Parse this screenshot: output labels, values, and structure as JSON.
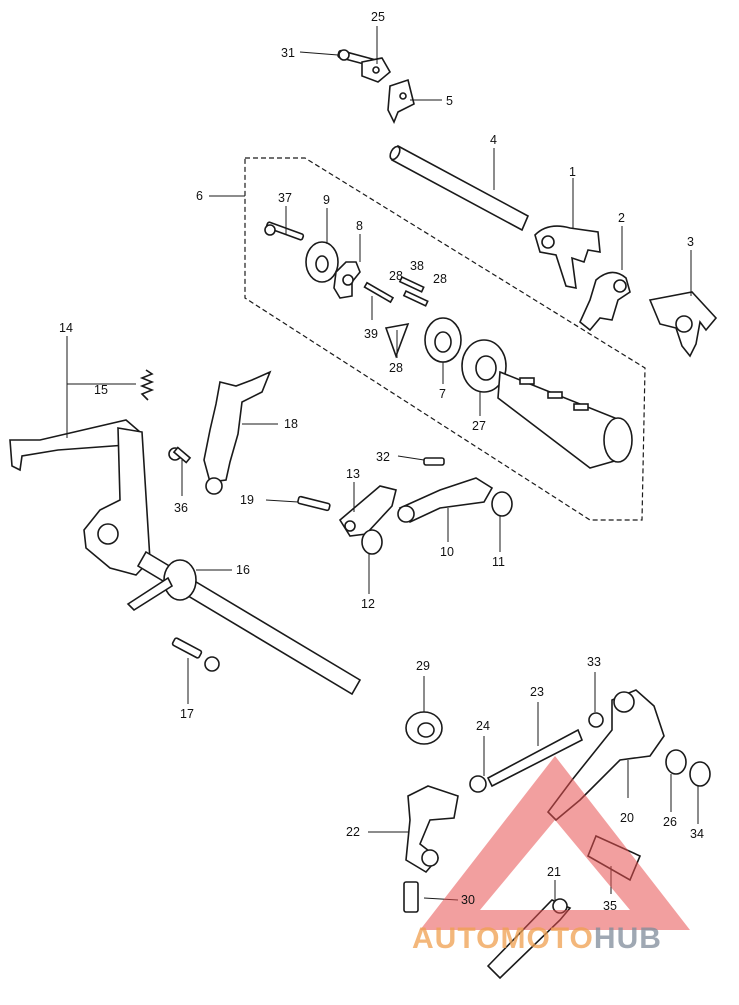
{
  "callouts": [
    {
      "id": "c25",
      "text": "25"
    },
    {
      "id": "c31",
      "text": "31"
    },
    {
      "id": "c5",
      "text": "5"
    },
    {
      "id": "c4",
      "text": "4"
    },
    {
      "id": "c6",
      "text": "6"
    },
    {
      "id": "c1",
      "text": "1"
    },
    {
      "id": "c2",
      "text": "2"
    },
    {
      "id": "c3",
      "text": "3"
    },
    {
      "id": "c37",
      "text": "37"
    },
    {
      "id": "c9",
      "text": "9"
    },
    {
      "id": "c8",
      "text": "8"
    },
    {
      "id": "c38",
      "text": "38"
    },
    {
      "id": "c28a",
      "text": "28"
    },
    {
      "id": "c28b",
      "text": "28"
    },
    {
      "id": "c28c",
      "text": "28"
    },
    {
      "id": "c39",
      "text": "39"
    },
    {
      "id": "c7",
      "text": "7"
    },
    {
      "id": "c27",
      "text": "27"
    },
    {
      "id": "c14",
      "text": "14"
    },
    {
      "id": "c15",
      "text": "15"
    },
    {
      "id": "c18",
      "text": "18"
    },
    {
      "id": "c36",
      "text": "36"
    },
    {
      "id": "c32",
      "text": "32"
    },
    {
      "id": "c13",
      "text": "13"
    },
    {
      "id": "c19",
      "text": "19"
    },
    {
      "id": "c10",
      "text": "10"
    },
    {
      "id": "c11",
      "text": "11"
    },
    {
      "id": "c12",
      "text": "12"
    },
    {
      "id": "c16",
      "text": "16"
    },
    {
      "id": "c17",
      "text": "17"
    },
    {
      "id": "c29",
      "text": "29"
    },
    {
      "id": "c33",
      "text": "33"
    },
    {
      "id": "c23",
      "text": "23"
    },
    {
      "id": "c24",
      "text": "24"
    },
    {
      "id": "c22",
      "text": "22"
    },
    {
      "id": "c20",
      "text": "20"
    },
    {
      "id": "c26",
      "text": "26"
    },
    {
      "id": "c34",
      "text": "34"
    },
    {
      "id": "c21",
      "text": "21"
    },
    {
      "id": "c30",
      "text": "30"
    },
    {
      "id": "c35",
      "text": "35"
    }
  ],
  "watermark": {
    "text_a": "AUTO",
    "text_b": "MOTO",
    "text_c": "HUB",
    "color_primary": "#f0a050",
    "color_secondary": "#7f8c9a",
    "triangle_color": "#e85050"
  }
}
